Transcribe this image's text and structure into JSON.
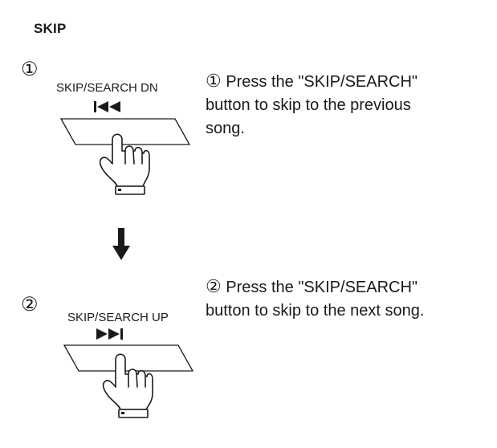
{
  "section": {
    "title": "SKIP"
  },
  "steps": [
    {
      "number": "①",
      "button_label": "SKIP/SEARCH DN",
      "button_icon": "skip-previous-icon",
      "instruction_number": "①",
      "instruction_lines": [
        "Press the \"SKIP/SEARCH\"",
        "button to skip to the previous",
        "song."
      ]
    },
    {
      "number": "②",
      "button_label": "SKIP/SEARCH UP",
      "button_icon": "skip-next-icon",
      "instruction_number": "②",
      "instruction_lines": [
        "Press the \"SKIP/SEARCH\"",
        "button to skip to the next song."
      ]
    }
  ],
  "flow_arrow_icon": "arrow-down-icon"
}
